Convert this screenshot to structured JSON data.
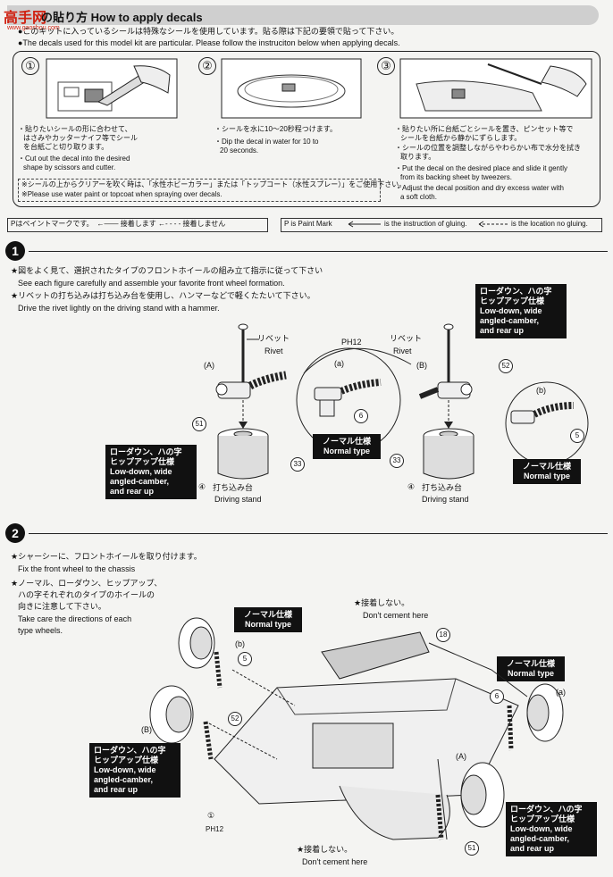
{
  "header": {
    "logo": "高手网",
    "logo_url": "www.gaoshou.com",
    "title": "の貼り方 How to apply decals"
  },
  "decal_intro": {
    "jp": "●このキットに入っているシールは特殊なシールを使用しています。貼る際は下記の要領で貼って下さい。",
    "en": "●The decals used for this model kit are particular. Please follow the instruciton below when applying decals."
  },
  "decal_steps": [
    {
      "num": "①",
      "jp1": "・貼りたいシールの形に合わせて、",
      "jp2": "はさみやカッターナイフ等でシール",
      "jp3": "を台紙ごと切り取ります。",
      "en1": "・Cut out the decal into the desired",
      "en2": "shape by scissors and cutter."
    },
    {
      "num": "②",
      "jp1": "・シールを水に10〜20秒程つけます。",
      "en1": "・Dip the decal in water for 10 to",
      "en2": "20 seconds."
    },
    {
      "num": "③",
      "jp1": "・貼りたい所に台紙ごとシールを置き、ピンセット等で",
      "jp2": "シールを台紙から静かにずらします。",
      "jp3": "・シールの位置を調整しながらやわらかい布で水分を拭き",
      "jp4": "取ります。",
      "en1": "・Put the decal on the desired place and slide it gently",
      "en2": "from its backing sheet by tweezers.",
      "en3": "・Adjust the decal position and dry excess water with",
      "en4": "a soft cloth."
    }
  ],
  "decal_notes": {
    "jp": "※シールの上からクリアーを吹く時は、「水性ホビーカラー」または「トップコート（水性スプレー）」をご使用下さい。",
    "en": "※Please use water paint or topcoat when spraying over decals."
  },
  "legend": {
    "jp": "Pはペイントマークです。　←—— 接着します ←- - - - 接着しません",
    "en_p": "P is Paint Mark",
    "en_glue": "is the instruction of gluing.",
    "en_noglue": "is the location no gluing."
  },
  "step1": {
    "num": "1",
    "jp1": "★図をよく見て、選択されたタイプのフロントホイールの組み立て指示に従って下さい",
    "en1": "See each figure carefully and assemble your favorite front wheel formation.",
    "jp2": "★リベットの打ち込みは打ち込み台を使用し、ハンマーなどで軽くたたいて下さい。",
    "en2": "Drive the rivet lightly on the driving stand with a hammer.",
    "rivet_jp": "リベット",
    "rivet_en": "Rivet",
    "label_A": "(A)",
    "label_B": "(B)",
    "label_a": "(a)",
    "label_b": "(b)",
    "pm": "PH12",
    "part_51": "51",
    "part_52": "52",
    "part_6": "6",
    "part_5": "5",
    "part_33": "33",
    "stand_num": "④",
    "stand_jp": "打ち込み台",
    "stand_en": "Driving stand",
    "lowdown_jp1": "ローダウン、ハの字",
    "lowdown_jp2": "ヒップアップ仕様",
    "lowdown_en1": "Low-down, wide",
    "lowdown_en2": "angled-camber,",
    "lowdown_en3": "and rear up",
    "normal_jp": "ノーマル仕様",
    "normal_en": "Normal type"
  },
  "step2": {
    "num": "2",
    "jp1": "★シャーシーに、フロントホイールを取り付けます。",
    "en1": "Fix the front wheel to the chassis",
    "jp2": "★ノーマル、ローダウン、ヒップアップ、",
    "jp3": "ハの字それぞれのタイプのホイールの",
    "jp4": "向きに注意して下さい。",
    "en2": "Take care the directions of each",
    "en3": "type wheels.",
    "nocement_jp": "★接着しない。",
    "nocement_en": "Don't cement here",
    "part_18": "18",
    "part_1": "①",
    "pm": "PH12"
  }
}
